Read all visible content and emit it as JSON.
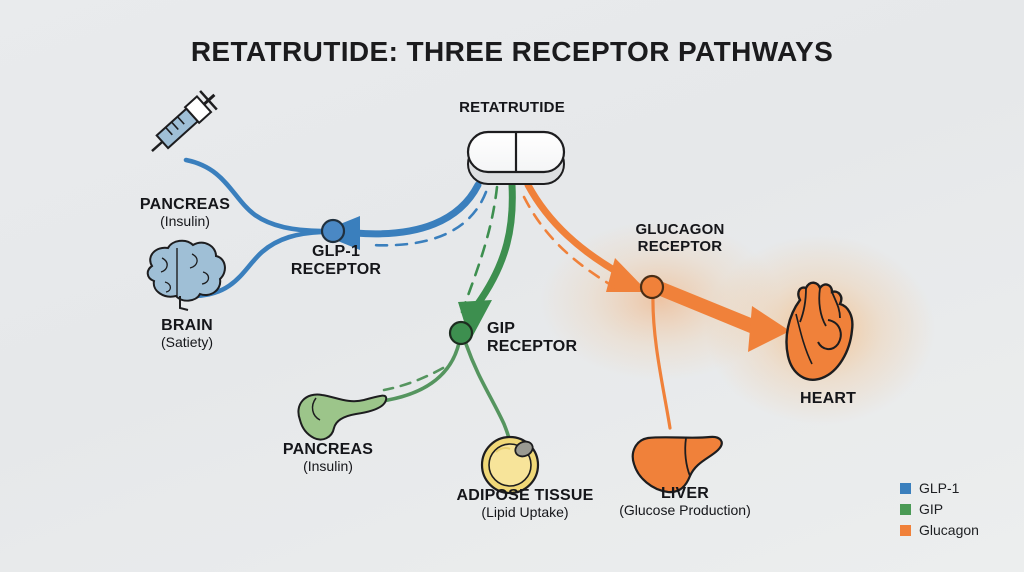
{
  "title": "RETATRUTIDE: THREE RECEPTOR PATHWAYS",
  "drug": {
    "name": "RETATRUTIDE",
    "icon": "pill-tablet-icon"
  },
  "colors": {
    "glp1": "#3a7fbd",
    "gip": "#3d8f4f",
    "glucagon": "#f0813a",
    "background": "#e9ebed",
    "text": "#15161a",
    "adipose": "#f5dc7e",
    "brain": "#9fbfd6",
    "pancreas_green": "#9cc58a"
  },
  "receptors": [
    {
      "id": "glp1",
      "name": "GLP-1",
      "name2": "RECEPTOR",
      "color": "#3a7fbd"
    },
    {
      "id": "gip",
      "name": "GIP",
      "name2": "RECEPTOR",
      "color": "#3d8f4f"
    },
    {
      "id": "glucagon",
      "name": "GLUCAGON",
      "name2": "RECEPTOR",
      "color": "#f0813a"
    }
  ],
  "organs": [
    {
      "id": "pancreas_glp1",
      "name": "PANCREAS",
      "sub": "(Insulin)",
      "icon": "syringe-icon"
    },
    {
      "id": "brain",
      "name": "BRAIN",
      "sub": "(Satiety)",
      "icon": "brain-icon"
    },
    {
      "id": "pancreas_gip",
      "name": "PANCREAS",
      "sub": "(Insulin)",
      "icon": "pancreas-icon"
    },
    {
      "id": "adipose",
      "name": "ADIPOSE TISSUE",
      "sub": "(Lipid Uptake)",
      "icon": "fat-cell-icon"
    },
    {
      "id": "liver",
      "name": "LIVER",
      "sub": "(Glucose Production)",
      "icon": "liver-icon"
    },
    {
      "id": "heart",
      "name": "HEART",
      "sub": "",
      "icon": "heart-anatomical-icon"
    }
  ],
  "legend": [
    {
      "label": "GLP-1",
      "color": "#3a7fbd"
    },
    {
      "label": "GIP",
      "color": "#4a9a55"
    },
    {
      "label": "Glucagon",
      "color": "#f0813a"
    }
  ]
}
